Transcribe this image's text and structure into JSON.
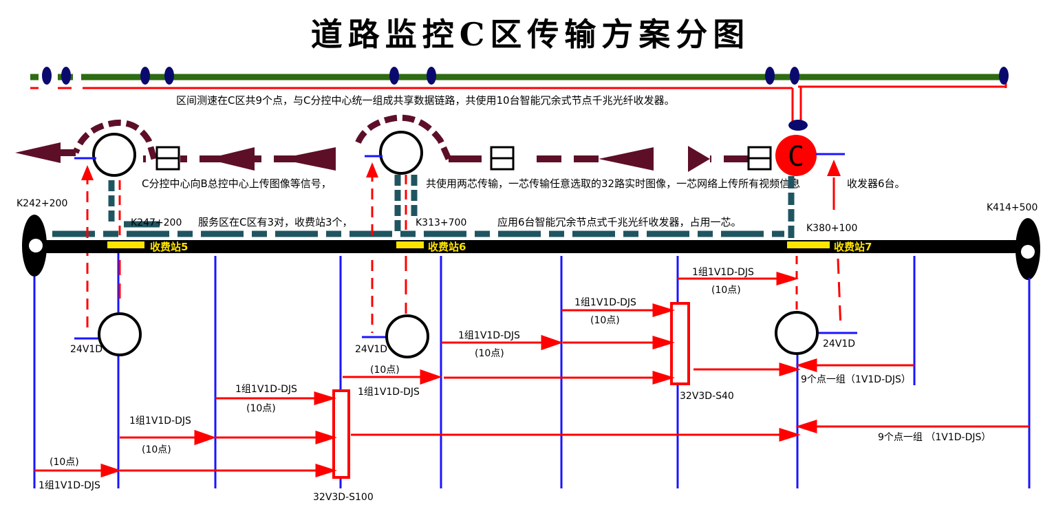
{
  "title": "道路监控C区传输方案分图",
  "notes": {
    "speed_section": "区间测速在C区共9个点，与C分控中心统一组成共享数据链路，共使用10台智能冗余式节点千兆光纤收发器。",
    "upload_a": "C分控中心向B总控中心上传图像等信号，",
    "upload_b": "共使用两芯传输，一芯传输任意选取的32路实时图像，一芯网络上传所有视频信息",
    "service_area": "服务区在C区有3对，收费站3个，",
    "transceivers": "应用6台智能冗余节点式千兆光纤收发器，占用一芯。",
    "transceiver_count": "收发器6台。"
  },
  "center_label": "C",
  "milestones": {
    "k242": "K242+200",
    "k247": "K247+200",
    "k313": "K313+700",
    "k380": "K380+100",
    "k414": "K414+500"
  },
  "toll_stations": {
    "s5": "收费站5",
    "s6": "收费站6",
    "s7": "收费站7"
  },
  "equipment": {
    "v24_a": "24V1D",
    "v24_b": "24V1D",
    "v24_c": "24V1D",
    "mux_s100": "32V3D-S100",
    "mux_s40": "32V3D-S40"
  },
  "groups": {
    "g1_label": "1组1V1D-DJS",
    "g1_count": "(10点)",
    "g2_label": "1组1V1D-DJS",
    "g2_count": "(10点)",
    "g3_label": "1组1V1D-DJS",
    "g3_count": "(10点)",
    "g4_label": "1组1V1D-DJS",
    "g4_count": "(10点)",
    "g5_label": "1组1V1D-DJS",
    "g5_count": "(10点)",
    "g6_label": "1组1V1D-DJS",
    "g6_count": "(10点)",
    "nine_a": "9个点一组（1V1D-DJS）",
    "nine_b": "9个点一组 （1V1D-DJS）"
  },
  "colors": {
    "green_line": "#2e6b12",
    "node": "#0a0a6e",
    "arrow_dark": "#5e0f28",
    "teal": "#1f5561",
    "red": "#ff0000",
    "blue": "#1a14ff",
    "yellow": "#ffe400"
  }
}
